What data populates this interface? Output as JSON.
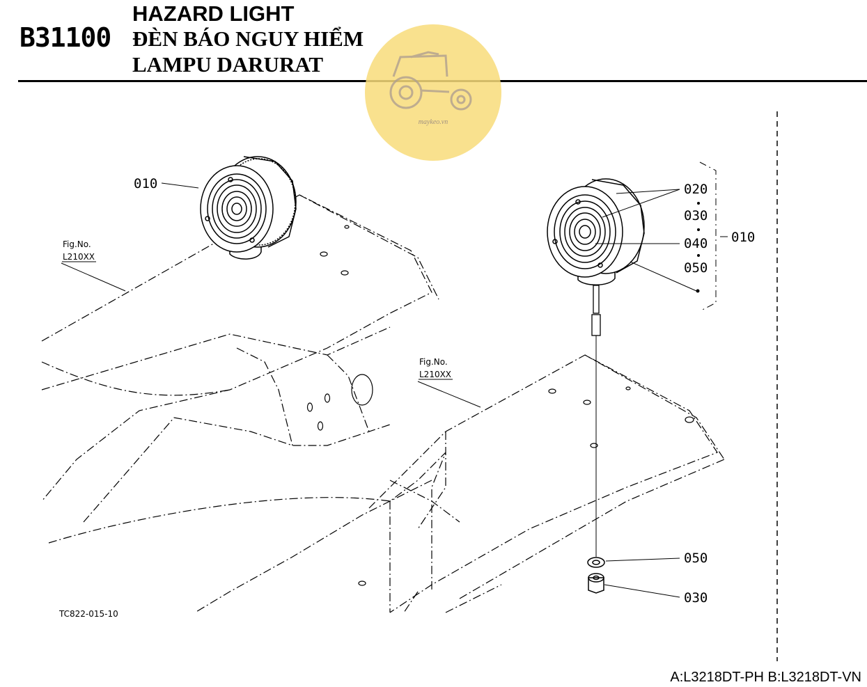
{
  "header": {
    "code": "B31100",
    "title_en": "HAZARD LIGHT",
    "title_vi": "ĐÈN BÁO NGUY HIỂM",
    "title_id": "LAMPU DARURAT"
  },
  "watermark": {
    "text": "maykeo.vn",
    "color": "#f8dc7a"
  },
  "callouts": {
    "left_lamp": "010",
    "group_020": "020",
    "group_030": "030",
    "group_040": "040",
    "group_050": "050",
    "group_total": "010",
    "washer": "050",
    "nut": "030"
  },
  "figrefs": [
    {
      "line1": "Fig.No.",
      "line2": "L210XX"
    },
    {
      "line1": "Fig.No.",
      "line2": "L210XX"
    }
  ],
  "drawing_code": "TC822-015-10",
  "footer": "A:L3218DT-PH B:L3218DT-VN"
}
